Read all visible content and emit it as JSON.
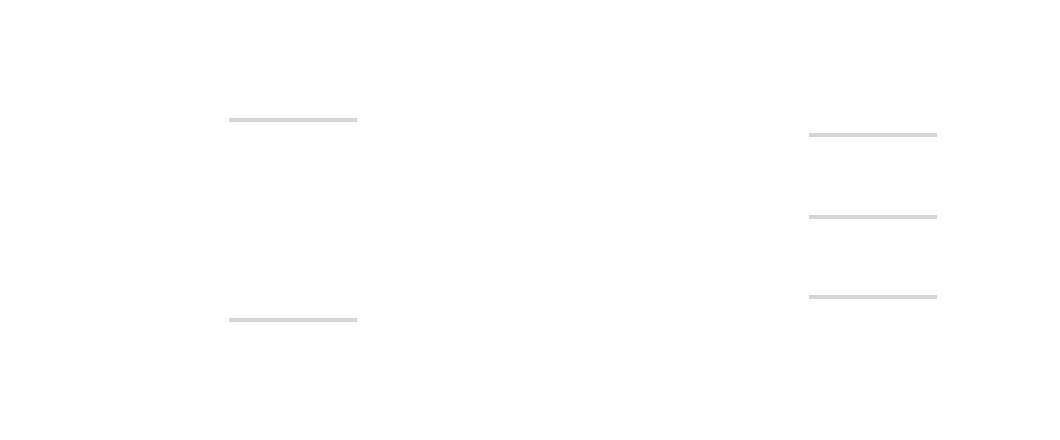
{
  "page": {
    "state": "loading-placeholder",
    "background_color": "#fefefe",
    "placeholder_color": "#d6d6d6"
  },
  "left_group": {
    "placeholder_count": 2
  },
  "right_group": {
    "placeholder_count": 3
  }
}
